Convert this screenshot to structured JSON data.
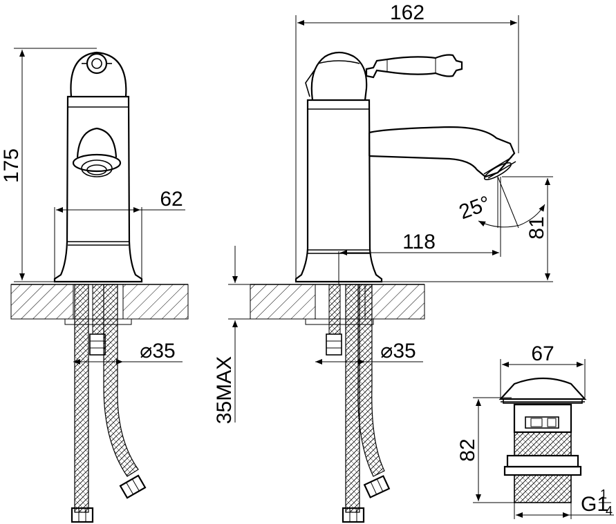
{
  "dimensions": {
    "front_height": "175",
    "front_base_width": "62",
    "front_hole_diameter": "⌀35",
    "side_overall_length": "162",
    "side_spout_reach": "118",
    "side_outlet_height": "81",
    "side_angle": "25°",
    "side_hole_diameter": "⌀35",
    "counter_thickness": "35MAX",
    "drain_width": "67",
    "drain_height": "82",
    "drain_thread_main": "G1",
    "drain_thread_num": "1",
    "drain_thread_den": "4"
  }
}
